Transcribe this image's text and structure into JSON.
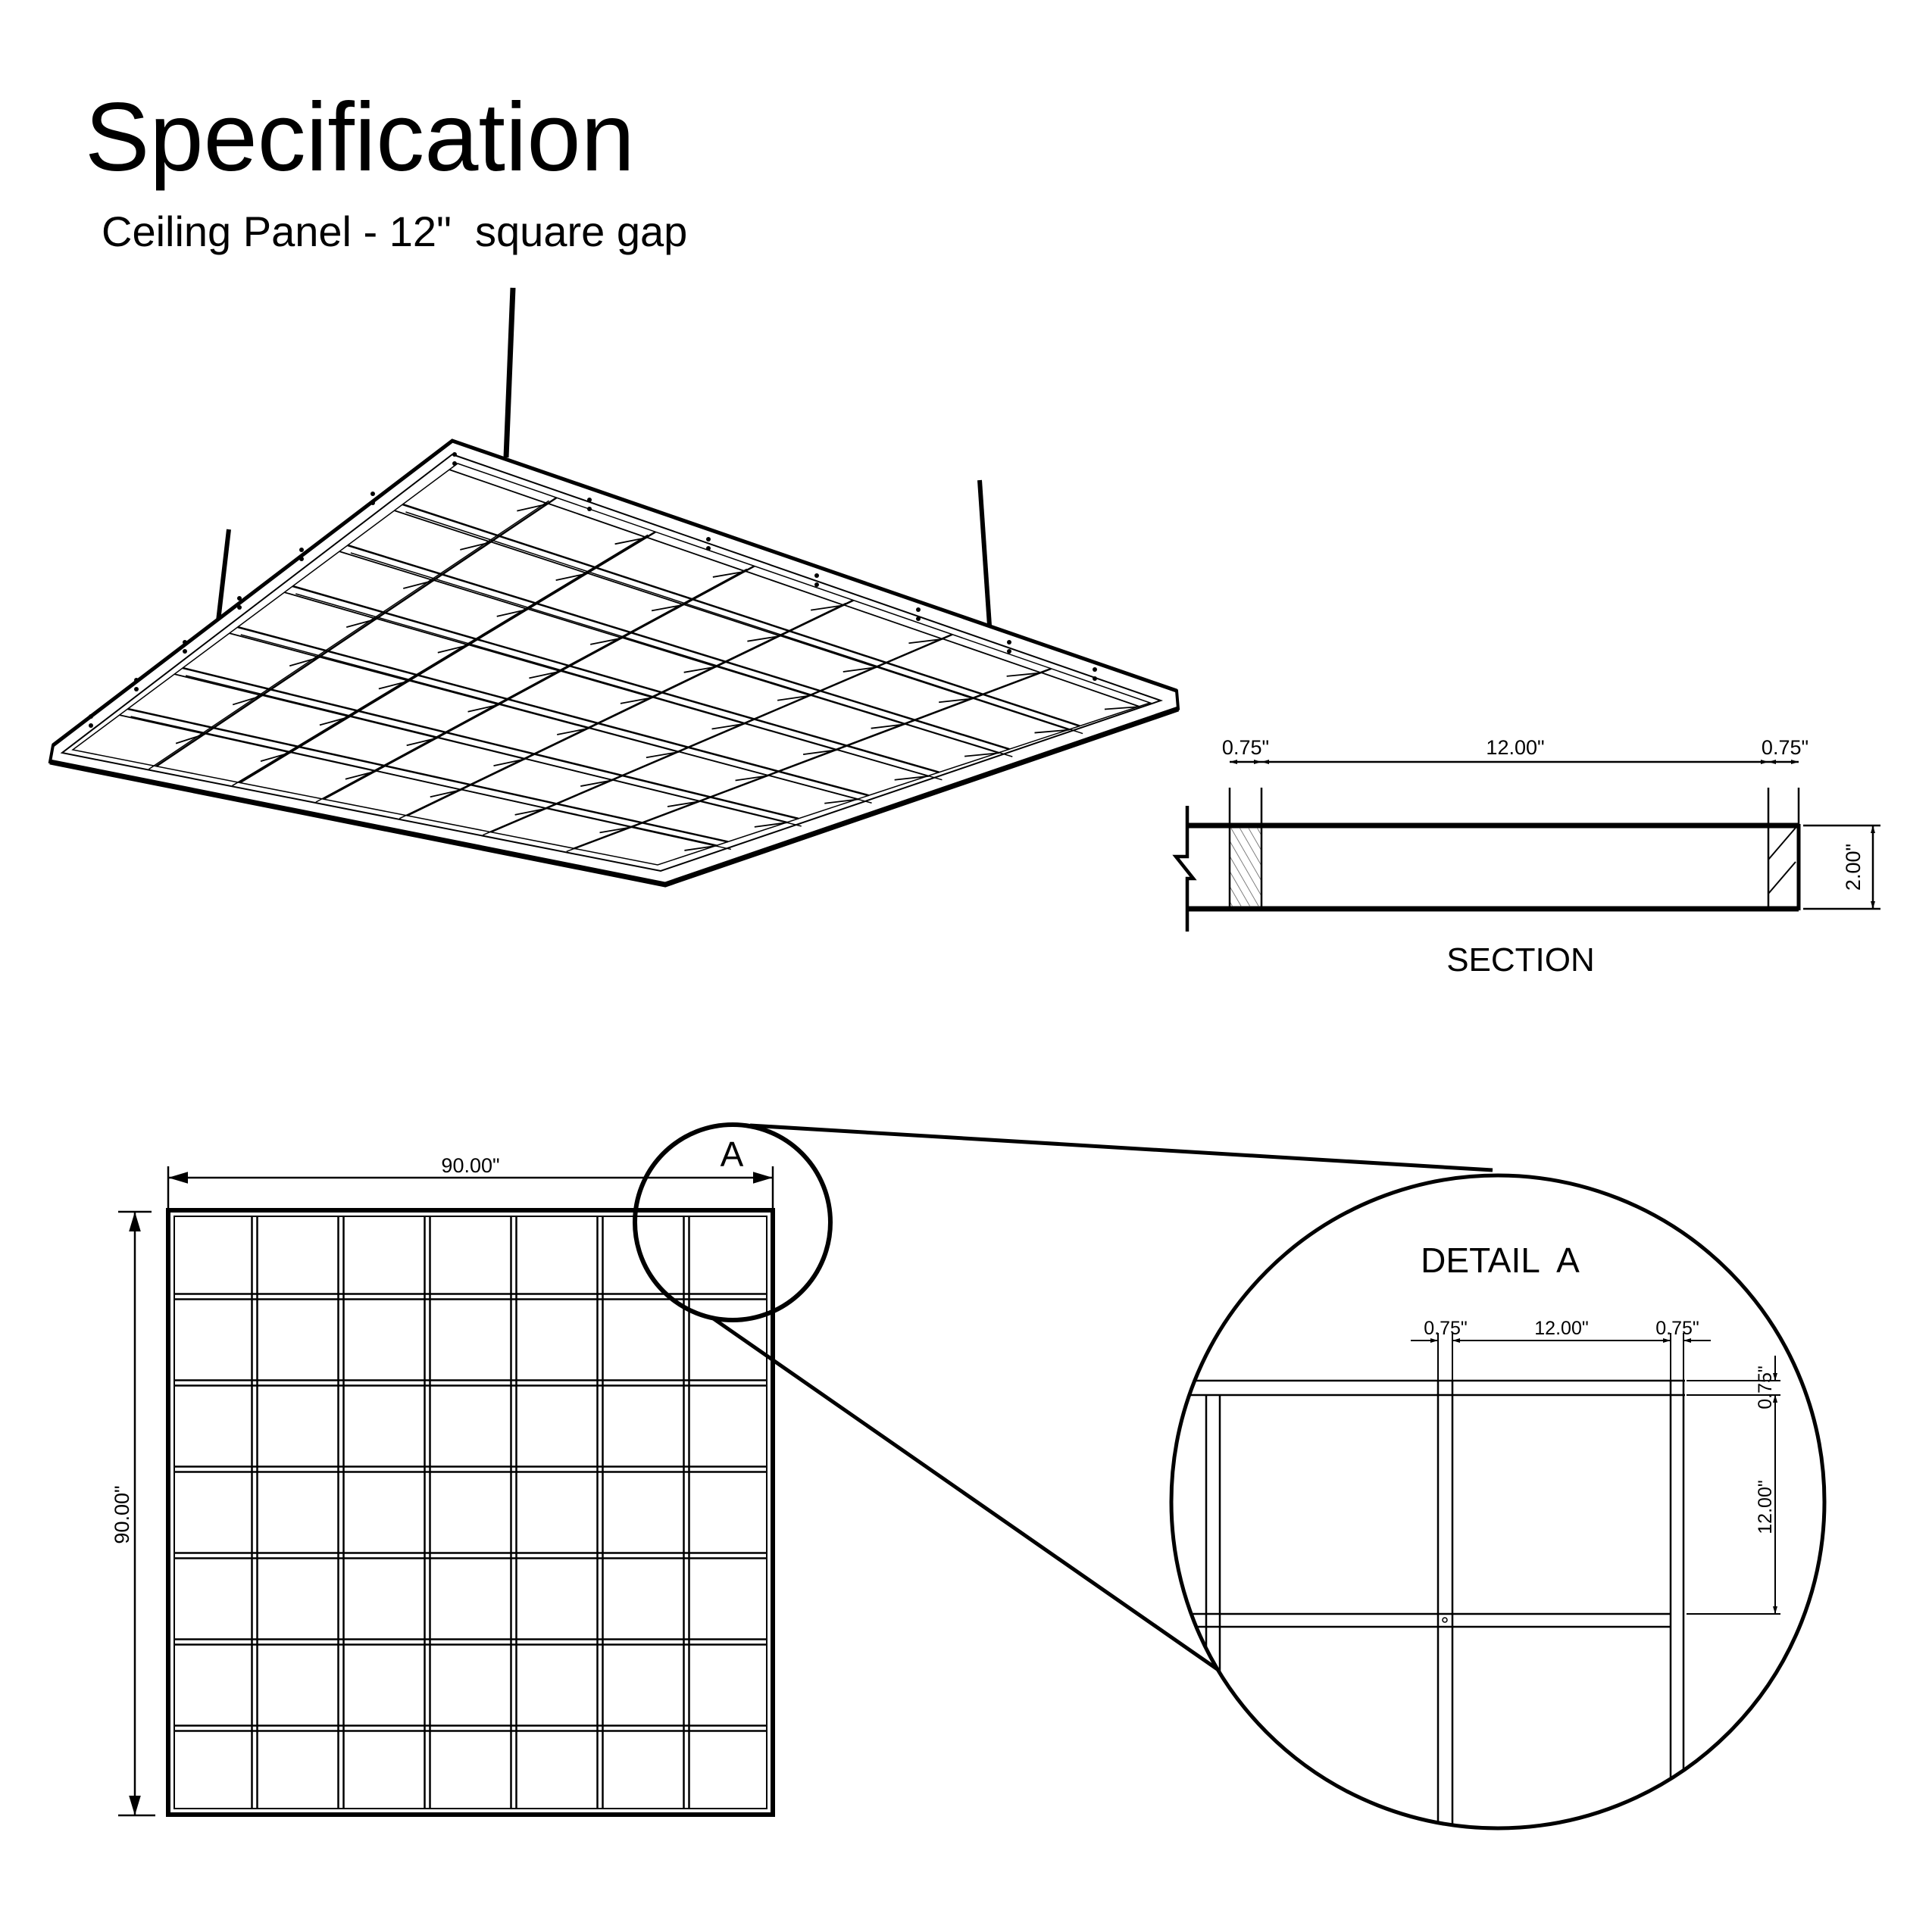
{
  "header": {
    "title": "Specification",
    "subtitle": "Ceiling Panel - 12\"  square gap"
  },
  "section_view": {
    "label": "SECTION",
    "dims": {
      "left_border": "0.75\"",
      "opening": "12.00\"",
      "right_border": "0.75\"",
      "height": "2.00\""
    }
  },
  "plan_view": {
    "width_dim": "90.00\"",
    "height_dim": "90.00\"",
    "grid_cols": 7,
    "grid_rows": 7,
    "detail_marker": "A"
  },
  "detail_view": {
    "label": "DETAIL  A",
    "dims": {
      "mullion_left": "0.75\"",
      "opening_h": "12.00\"",
      "mullion_right": "0.75\"",
      "rail": "0.75\"",
      "opening_v": "12.00\""
    }
  },
  "isometric_view": {
    "grid_cols": 7,
    "grid_rows": 7,
    "hanger_rods": 3
  },
  "colors": {
    "line": "#000000",
    "background": "#ffffff",
    "hatch": "#555555"
  }
}
